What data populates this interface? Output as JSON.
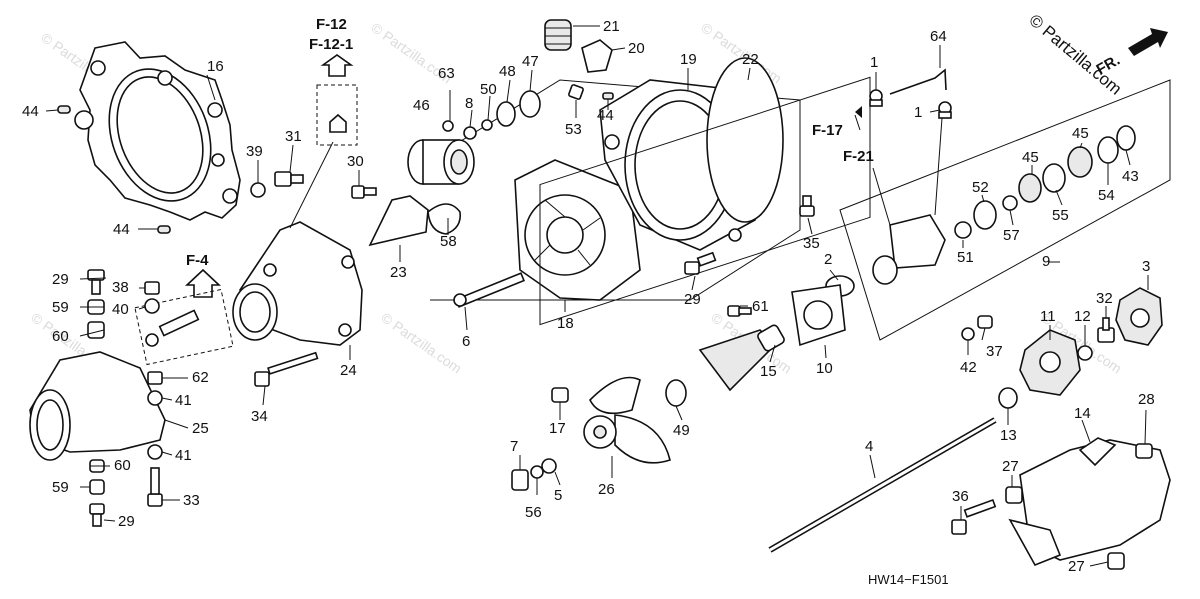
{
  "copyright": "© Partzilla.com",
  "watermark": "© Partzilla.com",
  "diagram_code": "HW14−F1501",
  "front_marker": "FR.",
  "references": {
    "f12": "F-12",
    "f121": "F-12-1",
    "f4": "F-4",
    "f17": "F-17",
    "f21": "F-21"
  },
  "callouts": {
    "c1a": "1",
    "c1b": "1",
    "c2": "2",
    "c3": "3",
    "c4": "4",
    "c5": "5",
    "c6": "6",
    "c7": "7",
    "c8": "8",
    "c9": "9",
    "c10": "10",
    "c11": "11",
    "c12": "12",
    "c13": "13",
    "c14": "14",
    "c15": "15",
    "c16": "16",
    "c17": "17",
    "c18": "18",
    "c19": "19",
    "c20": "20",
    "c21": "21",
    "c22": "22",
    "c23": "23",
    "c24": "24",
    "c25": "25",
    "c26": "26",
    "c27a": "27",
    "c27b": "27",
    "c28": "28",
    "c29a": "29",
    "c29b": "29",
    "c29c": "29",
    "c30": "30",
    "c31": "31",
    "c32": "32",
    "c33": "33",
    "c34": "34",
    "c35": "35",
    "c36": "36",
    "c37": "37",
    "c38": "38",
    "c39": "39",
    "c40": "40",
    "c41a": "41",
    "c41b": "41",
    "c42": "42",
    "c43": "43",
    "c44a": "44",
    "c44b": "44",
    "c44c": "44",
    "c45a": "45",
    "c45b": "45",
    "c46": "46",
    "c47": "47",
    "c48": "48",
    "c49": "49",
    "c50": "50",
    "c51": "51",
    "c52": "52",
    "c53": "53",
    "c54": "54",
    "c55": "55",
    "c56": "56",
    "c57": "57",
    "c58": "58",
    "c59a": "59",
    "c59b": "59",
    "c60a": "60",
    "c60b": "60",
    "c61": "61",
    "c62": "62",
    "c63": "63",
    "c64": "64"
  }
}
